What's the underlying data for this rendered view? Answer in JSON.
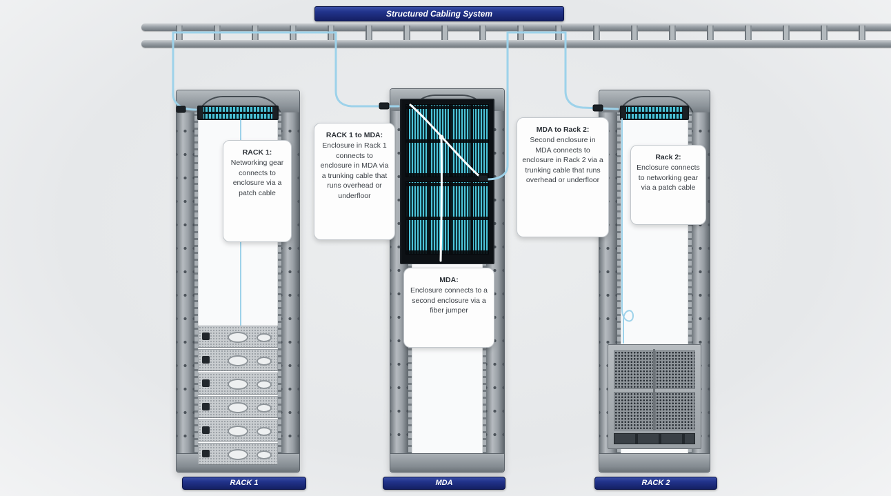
{
  "banner": {
    "label": "Structured Cabling System"
  },
  "rack_labels": {
    "rack1": "RACK 1",
    "mda": "MDA",
    "rack2": "RACK 2"
  },
  "callouts": {
    "rack1": {
      "title": "RACK 1:",
      "body": "Networking gear connects to enclosure via a patch cable"
    },
    "rack1_mda": {
      "title": "RACK 1 to MDA:",
      "body": "Enclosure in Rack 1 connects to enclosure in MDA via a trunking cable that runs overhead or underfloor"
    },
    "mda": {
      "title": "MDA:",
      "body": "Enclosure connects to a second enclosure via a fiber jumper"
    },
    "mda_rack2": {
      "title": "MDA to Rack 2:",
      "body": "Second enclosure in MDA connects to enclosure in Rack 2 via a trunking cable that runs overhead or underfloor"
    },
    "rack2": {
      "title": "Rack 2:",
      "body": "Enclosure connects to networking gear via a patch cable"
    }
  },
  "colors": {
    "navy": "#1c2d7c",
    "cable_blue": "#9dd2ea",
    "fiber_white": "#fafdfe",
    "port_teal": "#4cc2d7",
    "rack_gray": "#8d939a"
  }
}
